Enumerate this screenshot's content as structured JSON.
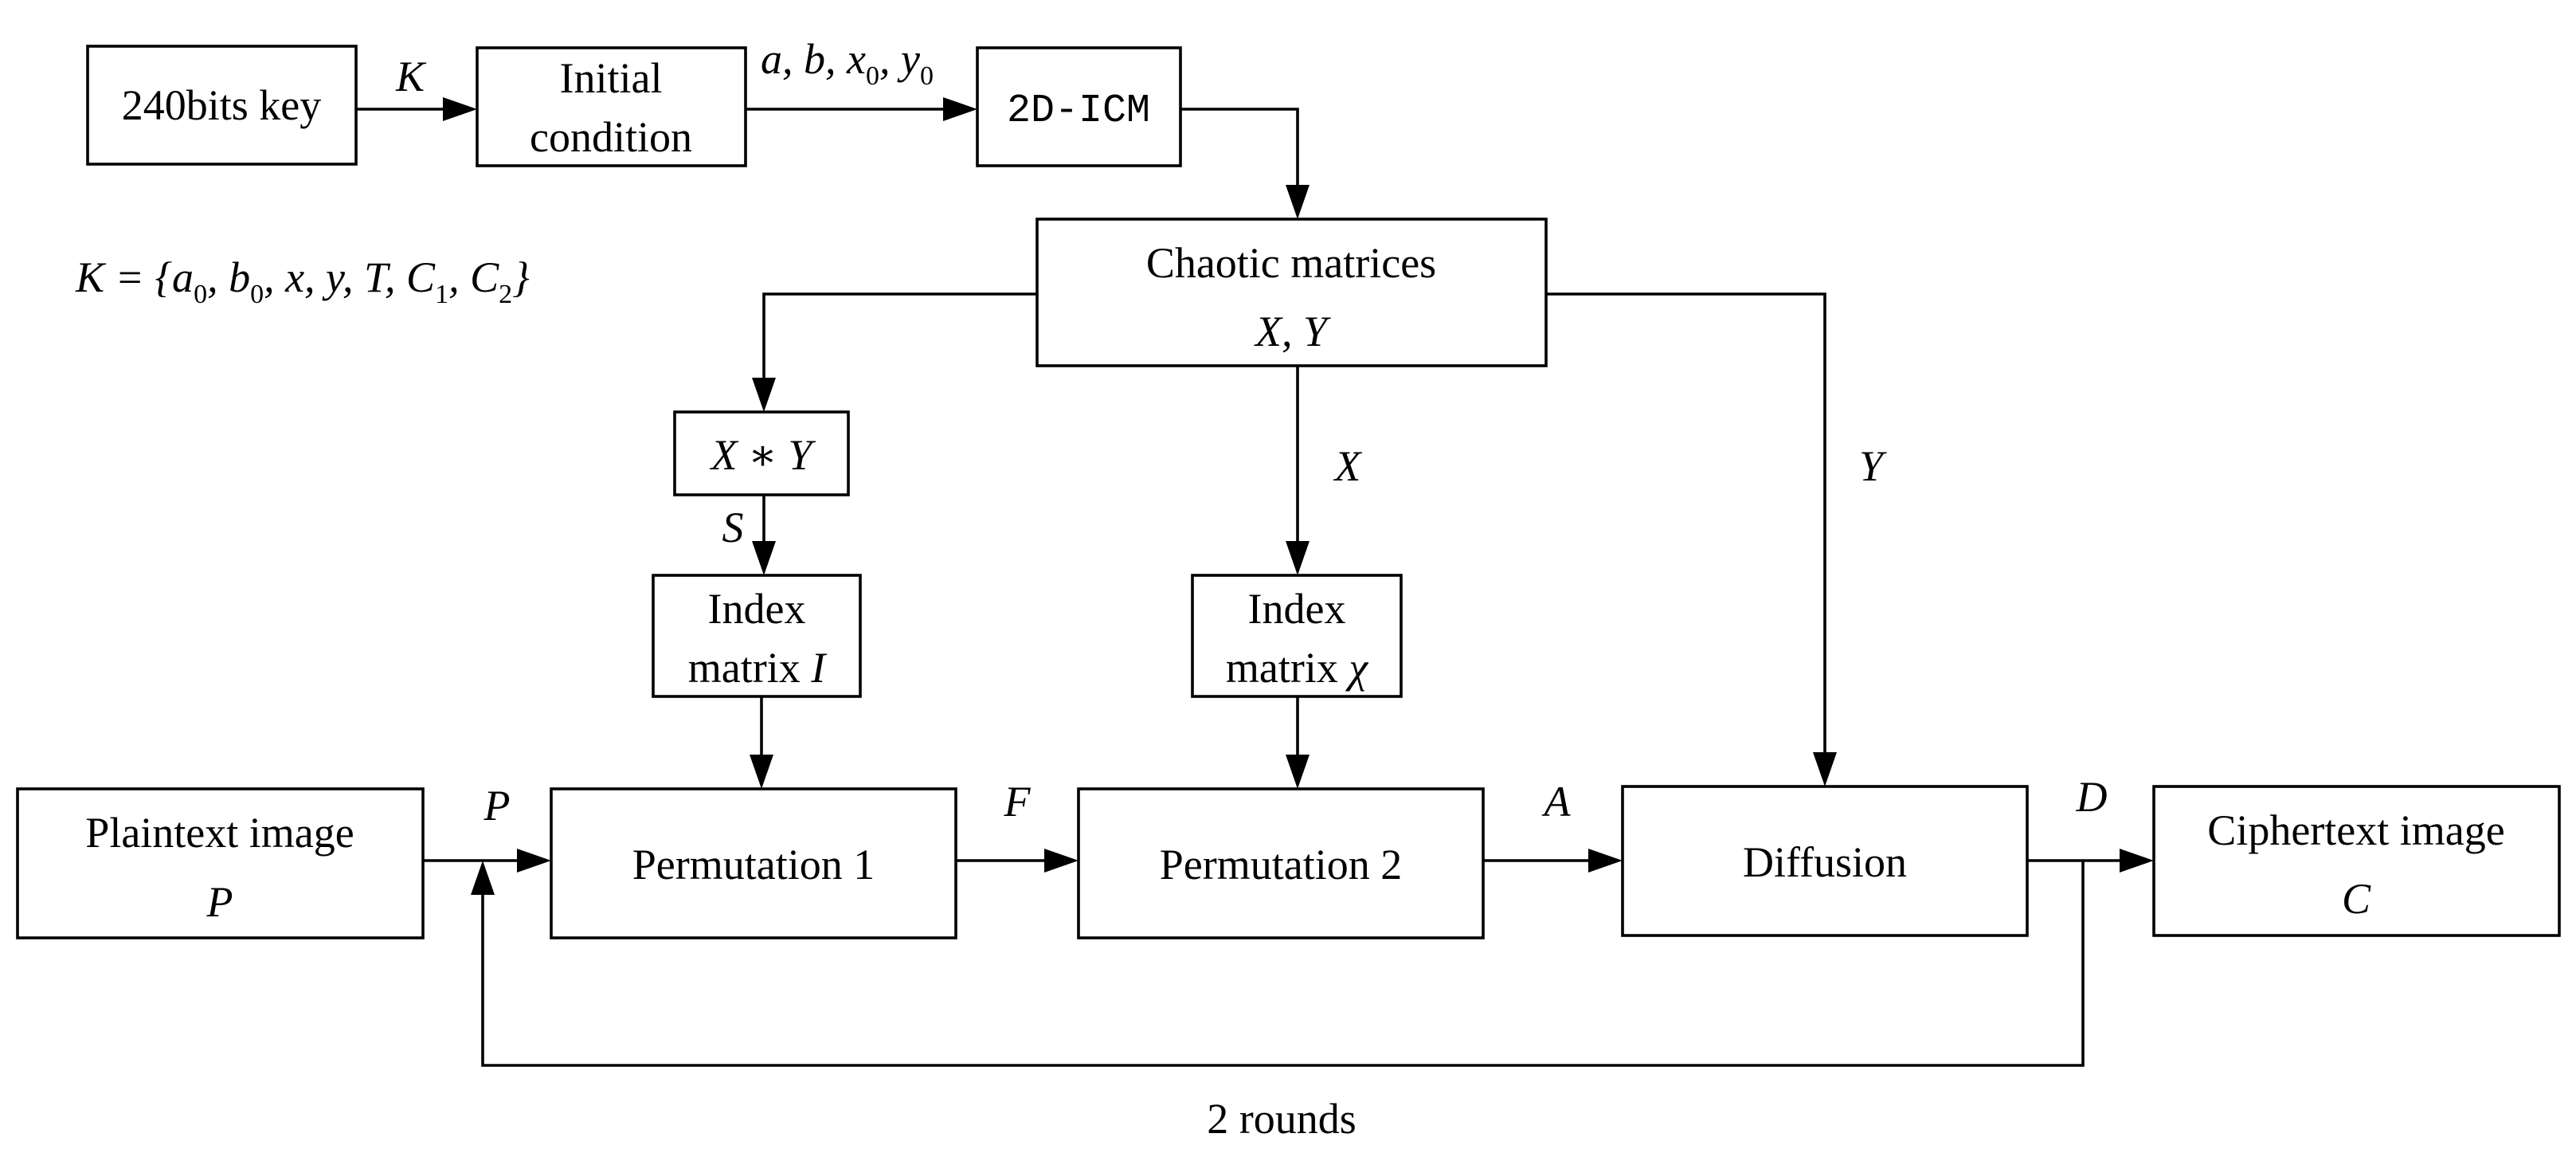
{
  "nodes": {
    "key": {
      "label": "240bits key"
    },
    "initial_condition": {
      "line1": "Initial",
      "line2": "condition"
    },
    "icm": {
      "label": "2D-ICM"
    },
    "chaotic": {
      "line1": "Chaotic matrices",
      "line2": "X, Y"
    },
    "xy_product": {
      "label": "X ∗ Y"
    },
    "index_i": {
      "line1": "Index",
      "line2": "matrix",
      "var": "I"
    },
    "index_chi": {
      "line1": "Index",
      "line2": "matrix",
      "var": "χ"
    },
    "plaintext": {
      "line1": "Plaintext image",
      "line2": "P"
    },
    "perm1": {
      "label": "Permutation 1"
    },
    "perm2": {
      "label": "Permutation 2"
    },
    "diffusion": {
      "label": "Diffusion"
    },
    "ciphertext": {
      "line1": "Ciphertext image",
      "line2": "C"
    }
  },
  "edges": {
    "key_to_init": "K",
    "init_to_icm": {
      "text": "a, b, x",
      "sub1": "0",
      "sep": ", y",
      "sub2": "0"
    },
    "chaotic_to_perm2": "X",
    "chaotic_to_diffusion": "Y",
    "product_to_index": "S",
    "plain_to_perm1": "P",
    "perm1_to_perm2": "F",
    "perm2_to_diffusion": "A",
    "diffusion_to_cipher": "D",
    "feedback": "2 rounds"
  },
  "key_formula": {
    "prefix": "K = {a",
    "s1": "0",
    "mid1": ", b",
    "s2": "0",
    "mid2": ", x, y, T, C",
    "s3": "1",
    "mid3": ", C",
    "s4": "2",
    "suffix": "}"
  }
}
